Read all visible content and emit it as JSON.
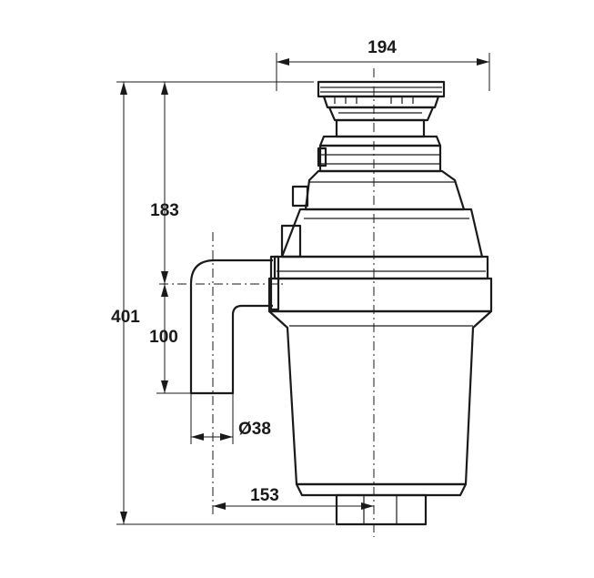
{
  "dimensions": {
    "overall_width": "194",
    "flange_to_outlet": "183",
    "outlet_to_bottom": "100",
    "overall_height": "401",
    "outlet_diameter": "Ø38",
    "outlet_offset": "153"
  },
  "colors": {
    "line": "#1a1a1a",
    "background": "#ffffff"
  }
}
